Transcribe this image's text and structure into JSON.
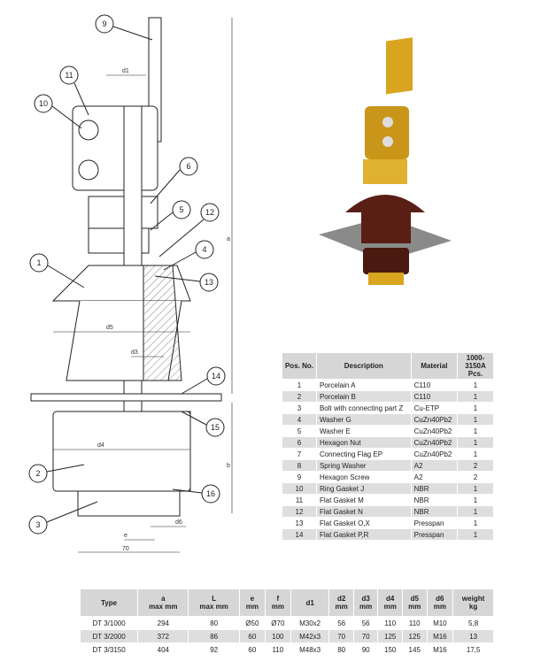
{
  "drawing": {
    "callouts": [
      "1",
      "2",
      "3",
      "4",
      "5",
      "6",
      "9",
      "10",
      "11",
      "12",
      "13",
      "14",
      "15",
      "16"
    ],
    "dims": {
      "d1": "d1",
      "d3": "d3",
      "d4": "d4",
      "d5": "d5",
      "d6": "d6",
      "a": "a",
      "b": "b",
      "e": "e",
      "w70": "70"
    }
  },
  "parts_table": {
    "headers": {
      "pos": "Pos. No.",
      "desc": "Description",
      "material": "Material",
      "pcs": "1000-3150A Pcs."
    },
    "rows": [
      {
        "pos": "1",
        "desc": "Porcelain A",
        "material": "C110",
        "pcs": "1"
      },
      {
        "pos": "2",
        "desc": "Porcelain B",
        "material": "C110",
        "pcs": "1"
      },
      {
        "pos": "3",
        "desc": "Bolt with connecting part Z",
        "material": "Cu-ETP",
        "pcs": "1"
      },
      {
        "pos": "4",
        "desc": "Washer G",
        "material": "CuZn40Pb2",
        "pcs": "1"
      },
      {
        "pos": "5",
        "desc": "Washer E",
        "material": "CuZn40Pb2",
        "pcs": "1"
      },
      {
        "pos": "6",
        "desc": "Hexagon Nut",
        "material": "CuZn40Pb2",
        "pcs": "1"
      },
      {
        "pos": "7",
        "desc": "Connecting Flag EP",
        "material": "CuZn40Pb2",
        "pcs": "1"
      },
      {
        "pos": "8",
        "desc": "Spring  Washer",
        "material": "A2",
        "pcs": "2"
      },
      {
        "pos": "9",
        "desc": "Hexagon Screw",
        "material": "A2",
        "pcs": "2"
      },
      {
        "pos": "10",
        "desc": "Ring Gasket J",
        "material": "NBR",
        "pcs": "1"
      },
      {
        "pos": "11",
        "desc": "Flat Gasket M",
        "material": "NBR",
        "pcs": "1"
      },
      {
        "pos": "12",
        "desc": "Flat Gasket N",
        "material": "NBR",
        "pcs": "1"
      },
      {
        "pos": "13",
        "desc": "Flat Gasket O,X",
        "material": "Presspan",
        "pcs": "1"
      },
      {
        "pos": "14",
        "desc": "Flat  Gasket P,R",
        "material": "Presspan",
        "pcs": "1"
      }
    ]
  },
  "types_table": {
    "headers": [
      {
        "l1": "Type",
        "l2": ""
      },
      {
        "l1": "a",
        "l2": "max mm"
      },
      {
        "l1": "L",
        "l2": "max mm"
      },
      {
        "l1": "e",
        "l2": "mm"
      },
      {
        "l1": "f",
        "l2": "mm"
      },
      {
        "l1": "d1",
        "l2": ""
      },
      {
        "l1": "d2",
        "l2": "mm"
      },
      {
        "l1": "d3",
        "l2": "mm"
      },
      {
        "l1": "d4",
        "l2": "mm"
      },
      {
        "l1": "d5",
        "l2": "mm"
      },
      {
        "l1": "d6",
        "l2": "mm"
      },
      {
        "l1": "weight",
        "l2": "kg"
      }
    ],
    "rows": [
      [
        "DT 3/1000",
        "294",
        "80",
        "Ø50",
        "Ø70",
        "M30x2",
        "56",
        "56",
        "110",
        "110",
        "M10",
        "5,8"
      ],
      [
        "DT 3/2000",
        "372",
        "86",
        "60",
        "100",
        "M42x3",
        "70",
        "70",
        "125",
        "125",
        "M16",
        "13"
      ],
      [
        "DT 3/3150",
        "404",
        "92",
        "60",
        "110",
        "M48x3",
        "80",
        "90",
        "150",
        "145",
        "M16",
        "17,5"
      ]
    ]
  },
  "colors": {
    "porcelain": "#5a1f14",
    "brass": "#d9a520",
    "plate": "#8a8a8a",
    "header_bg": "#d6d6d6"
  }
}
